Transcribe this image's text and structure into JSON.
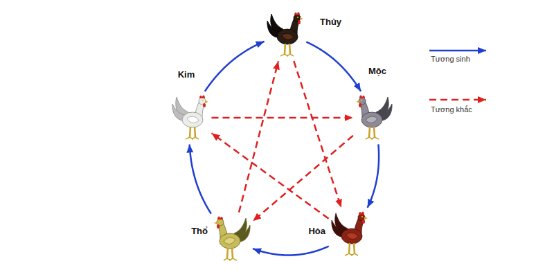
{
  "diagram": {
    "nodes": [
      {
        "text": [
          "Thủy"
        ]
      },
      {
        "text": [
          "Mộc"
        ]
      },
      {
        "text": [
          "Hỏa"
        ]
      },
      {
        "text": [
          "Thổ"
        ]
      },
      {
        "text": [
          "Kim"
        ]
      }
    ],
    "edges": [
      {
        "from": 4,
        "to": 0,
        "arrow": "to"
      },
      {
        "from": 0,
        "to": 1,
        "arrow": "to"
      },
      {
        "from": 1,
        "to": 2,
        "arrow": "to"
      },
      {
        "from": 2,
        "to": 3,
        "arrow": "to"
      },
      {
        "from": 3,
        "to": 4,
        "arrow": "to"
      },
      {
        "from": 4,
        "to": 1,
        "arrow": "to"
      },
      {
        "from": 1,
        "to": 3,
        "arrow": "to"
      },
      {
        "from": 3,
        "to": 0,
        "arrow": "to"
      },
      {
        "from": 0,
        "to": 2,
        "arrow": "to"
      },
      {
        "from": 2,
        "to": 4,
        "arrow": "to"
      }
    ],
    "legend": [
      {
        "text": "Tương sinh"
      },
      {
        "text": "Tương khắc"
      }
    ]
  }
}
